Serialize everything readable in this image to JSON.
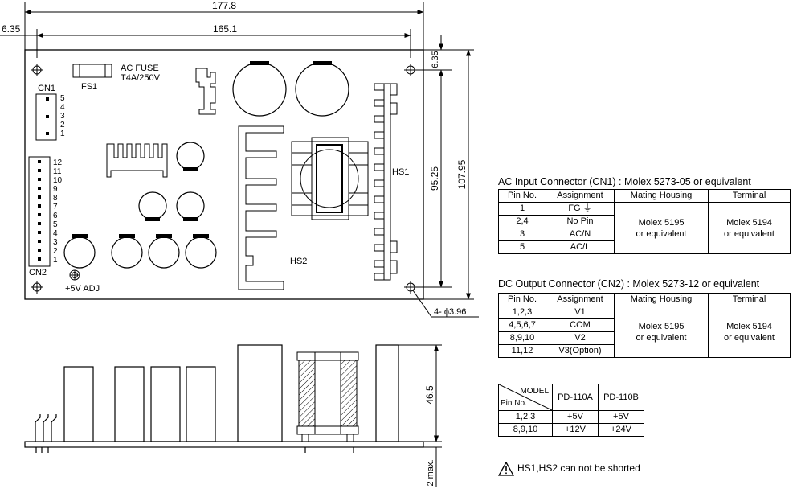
{
  "dimensions": {
    "width_total": "177.8",
    "hole_offset_left": "6.35",
    "hole_pitch": "165.1",
    "hole_offset_top": "6.35",
    "hole_pitch_vertical": "95.25",
    "height_total": "107.95",
    "mount_holes": "4- ϕ3.96",
    "component_height": "46.5",
    "pin_height": "2 max."
  },
  "board_labels": {
    "fuse": "FS1",
    "fuse_rating_1": "AC FUSE",
    "fuse_rating_2": "T4A/250V",
    "cn1": "CN1",
    "cn2": "CN2",
    "hs1": "HS1",
    "hs2": "HS2",
    "adj": "+5V ADJ",
    "cn1_pins": [
      "5",
      "4",
      "3",
      "2",
      "1"
    ],
    "cn2_pins": [
      "12",
      "11",
      "10",
      "9",
      "8",
      "7",
      "6",
      "5",
      "4",
      "3",
      "2",
      "1"
    ]
  },
  "ac_table": {
    "title": "AC Input Connector (CN1) : Molex 5273-05 or equivalent",
    "headers": [
      "Pin No.",
      "Assignment",
      "Mating Housing",
      "Terminal"
    ],
    "rows": [
      [
        "1",
        "FG ⏚"
      ],
      [
        "2,4",
        "No Pin"
      ],
      [
        "3",
        "AC/N"
      ],
      [
        "5",
        "AC/L"
      ]
    ],
    "housing_1": "Molex 5195",
    "housing_2": "or equivalent",
    "terminal_1": "Molex 5194",
    "terminal_2": "or equivalent"
  },
  "dc_table": {
    "title": "DC Output Connector (CN2) : Molex 5273-12 or equivalent",
    "headers": [
      "Pin No.",
      "Assignment",
      "Mating Housing",
      "Terminal"
    ],
    "rows": [
      [
        "1,2,3",
        "V1"
      ],
      [
        "4,5,6,7",
        "COM"
      ],
      [
        "8,9,10",
        "V2"
      ],
      [
        "11,12",
        "V3(Option)"
      ]
    ],
    "housing_1": "Molex 5195",
    "housing_2": "or equivalent",
    "terminal_1": "Molex 5194",
    "terminal_2": "or equivalent"
  },
  "model_table": {
    "corner_top": "MODEL",
    "corner_bottom": "Pin No.",
    "models": [
      "PD-110A",
      "PD-110B"
    ],
    "rows": [
      [
        "1,2,3",
        "+5V",
        "+5V"
      ],
      [
        "8,9,10",
        "+12V",
        "+24V"
      ]
    ]
  },
  "warning": "HS1,HS2 can not be shorted"
}
